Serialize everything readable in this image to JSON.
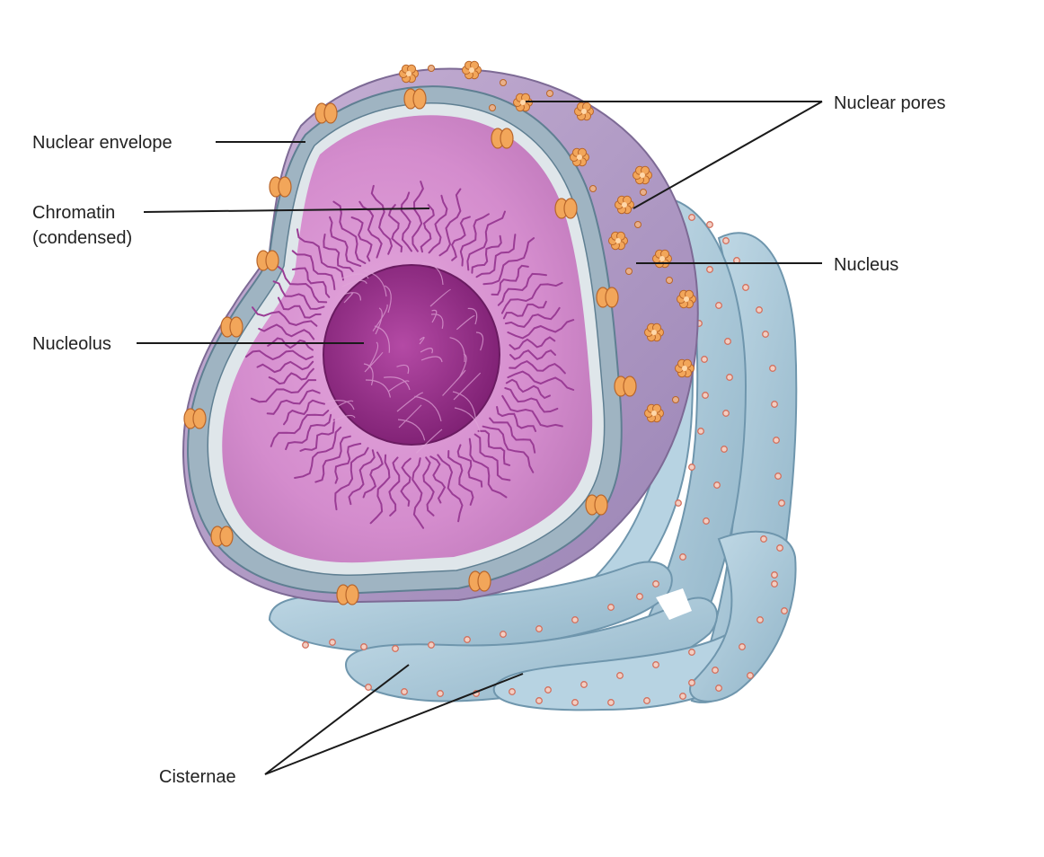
{
  "labels": {
    "nuclear_envelope": "Nuclear envelope",
    "chromatin_line1": "Chromatin",
    "chromatin_line2": "(condensed)",
    "nucleolus": "Nucleolus",
    "nuclear_pores": "Nuclear pores",
    "nucleus": "Nucleus",
    "cisternae": "Cisternae"
  },
  "colors": {
    "nucleoplasm": "#d98fd2",
    "nucleolus": "#9a2c8c",
    "envelope": "#8aa3b3",
    "outer_shell": "#b49ac6",
    "pore": "#f2a65a",
    "er": "#a9c9da",
    "ribosome": "#d2705e"
  }
}
